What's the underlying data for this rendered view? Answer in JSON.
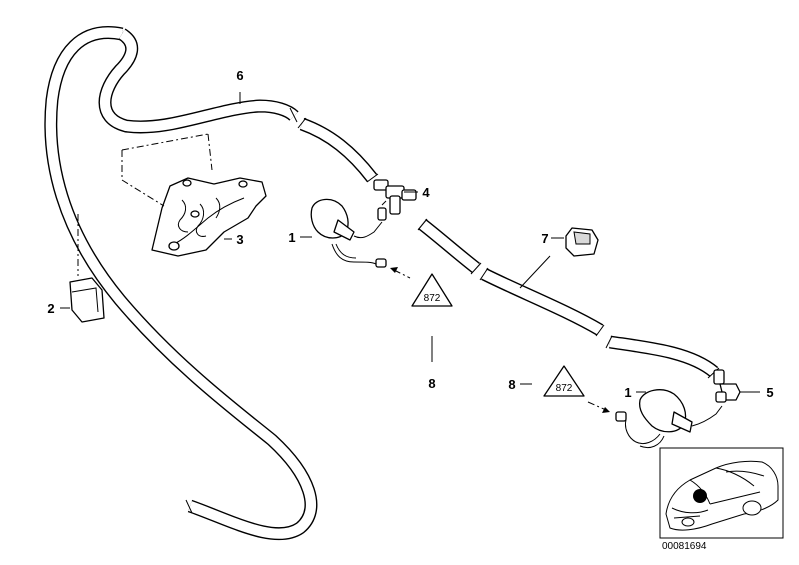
{
  "callouts": {
    "c1a": "1",
    "c1b": "1",
    "c2": "2",
    "c3": "3",
    "c4": "4",
    "c5": "5",
    "c6": "6",
    "c7": "7",
    "c8a": "8",
    "c8b": "8"
  },
  "warning_symbol_text": "872",
  "catalog_number": "00081694"
}
